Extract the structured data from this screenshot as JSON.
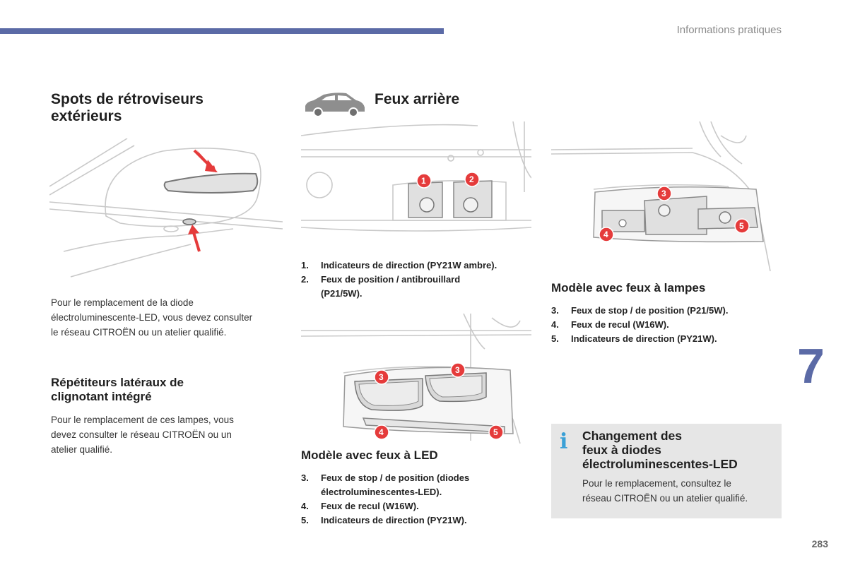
{
  "header": {
    "section": "Informations pratiques"
  },
  "chapter_number": "7",
  "page_number": "283",
  "mirror": {
    "title_line1": "Spots de rétroviseurs",
    "title_line2": "extérieurs",
    "text_lines": [
      "Pour le remplacement de la diode",
      "électroluminescente-LED, vous devez consulter",
      "le réseau CITROËN ou un atelier qualifié."
    ]
  },
  "repeaters": {
    "title_line1": "Répétiteurs latéraux de",
    "title_line2": "clignotant intégré",
    "text_lines": [
      "Pour le remplacement de ces lampes, vous",
      "devez consulter le réseau CITROËN ou un",
      "atelier qualifié."
    ]
  },
  "rear": {
    "title": "Feux arrière",
    "car_icon": "car-silhouette-icon",
    "list_1": [
      {
        "num": "1.",
        "lines": [
          "Indicateurs de direction (PY21W ambre)."
        ]
      },
      {
        "num": "2.",
        "lines": [
          "Feux de position / antibrouillard",
          "(P21/5W)."
        ]
      }
    ],
    "led_model": {
      "title": "Modèle avec feux à LED",
      "items": [
        {
          "num": "3.",
          "lines": [
            "Feux de stop / de position (diodes",
            "électroluminescentes-LED)."
          ]
        },
        {
          "num": "4.",
          "lines": [
            "Feux de recul (W16W)."
          ]
        },
        {
          "num": "5.",
          "lines": [
            "Indicateurs de direction (PY21W)."
          ]
        }
      ]
    },
    "bulb_model": {
      "title": "Modèle avec feux à lampes",
      "items": [
        {
          "num": "3.",
          "lines": [
            "Feux de stop / de position (P21/5W)."
          ]
        },
        {
          "num": "4.",
          "lines": [
            "Feux de recul (W16W)."
          ]
        },
        {
          "num": "5.",
          "lines": [
            "Indicateurs de direction (PY21W)."
          ]
        }
      ]
    }
  },
  "info": {
    "icon": "i",
    "title_line1": "Changement des",
    "title_line2": "feux à diodes",
    "title_line3": "électroluminescentes-LED",
    "text_lines": [
      "Pour le remplacement, consultez le",
      "réseau CITROËN ou un atelier qualifié."
    ]
  },
  "badges": {
    "b1": "1",
    "b2": "2",
    "b3": "3",
    "b4": "4",
    "b5": "5"
  },
  "colors": {
    "accent": "#5b6aa6",
    "badge": "#e53b3b",
    "info_icon": "#3aa0d6",
    "info_bg": "#e6e6e6"
  }
}
